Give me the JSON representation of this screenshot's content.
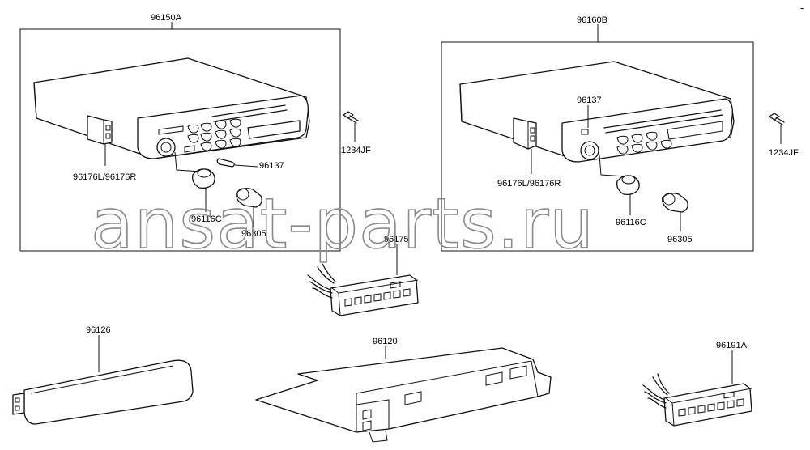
{
  "corner_mark": "-",
  "watermark": "ansat-parts.ru",
  "labels": {
    "left_assembly": "96150A",
    "right_assembly": "96160B",
    "bracket_left": "96176L/96176R",
    "bracket_right": "96176L/96176R",
    "button_left": "96137",
    "button_right": "96137",
    "knob_left": "96116C",
    "knob_right": "96116C",
    "cap_left": "96305",
    "cap_right": "96305",
    "screw_left": "1234JF",
    "screw_right": "1234JF",
    "connector_top": "96175",
    "panel": "96126",
    "mount_bracket": "96120",
    "connector_bottom": "96191A"
  }
}
